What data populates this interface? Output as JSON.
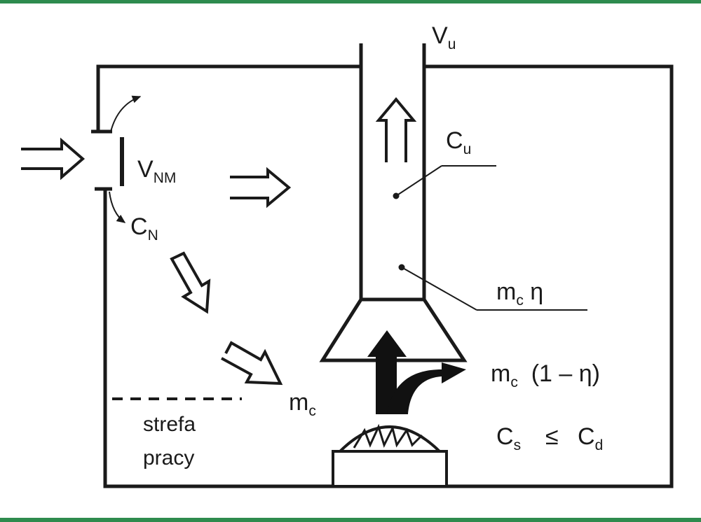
{
  "colors": {
    "frame_rule": "#2e8b4e",
    "ink": "#1a1a1a",
    "background": "#ffffff"
  },
  "labels": {
    "v_u": {
      "main": "V",
      "sub": "u"
    },
    "c_u": {
      "main": "C",
      "sub": "u"
    },
    "v_nm": {
      "main": "V",
      "sub": "NM"
    },
    "c_n": {
      "main": "C",
      "sub": "N"
    },
    "mc_eta": {
      "main": "m",
      "sub": "c",
      "tail": " η"
    },
    "mc_one_minus_eta": {
      "main": "m",
      "sub": "c",
      "tail": "  (1 – η)"
    },
    "mc": {
      "main": "m",
      "sub": "c"
    },
    "cs_le_cd": {
      "a": "C",
      "a_sub": "s",
      "op": "≤",
      "b": "C",
      "b_sub": "d"
    },
    "work_zone": {
      "line1": "strefa",
      "line2": "pracy"
    }
  }
}
